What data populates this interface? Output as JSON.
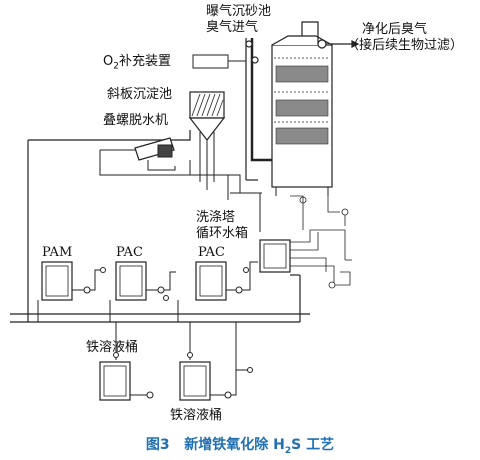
{
  "labels": {
    "aeration_grit_line1": "曝气沉砂池",
    "aeration_grit_line2": "臭气进气",
    "treated_gas_line1": "净化后臭气",
    "treated_gas_line2": "（接后续生物过滤）",
    "o2_prefix": "O",
    "o2_sub": "2",
    "o2_suffix": "补充装置",
    "inclined_settler": "斜板沉淀池",
    "screw_dewater": "叠螺脱水机",
    "scrubber_line1": "洗涤塔",
    "scrubber_line2": "循环水箱",
    "pam": "PAM",
    "pac1": "PAC",
    "pac2": "PAC",
    "iron_tank_top": "铁溶液桶",
    "iron_tank_bottom": "铁溶液桶"
  },
  "caption": {
    "figure": "图3",
    "title_a": "新增铁氧化除 H",
    "title_sub": "2",
    "title_b": "S 工艺"
  },
  "colors": {
    "line": "#222222",
    "caption": "#1f6fb2",
    "packing": "#555555"
  }
}
